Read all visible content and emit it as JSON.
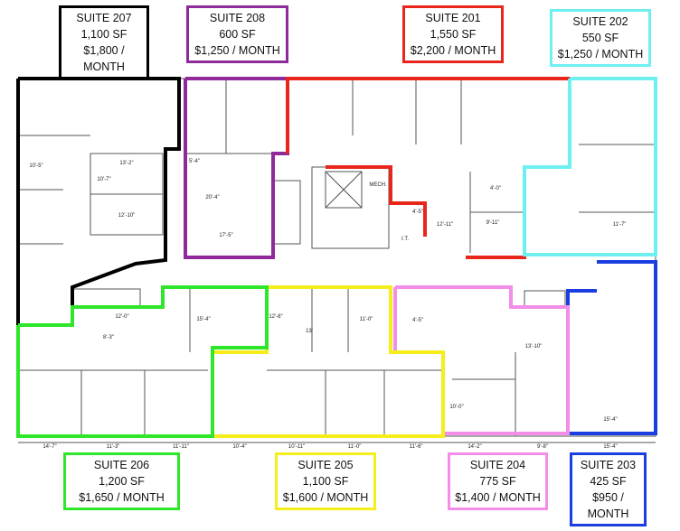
{
  "suites": [
    {
      "id": "207",
      "name": "SUITE 207",
      "size": "1,100 SF",
      "rent": "$1,800 / MONTH",
      "color": "#000000"
    },
    {
      "id": "208",
      "name": "SUITE 208",
      "size": "600 SF",
      "rent": "$1,250 / MONTH",
      "color": "#8e2a9a"
    },
    {
      "id": "201",
      "name": "SUITE 201",
      "size": "1,550 SF",
      "rent": "$2,200 / MONTH",
      "color": "#e8261c"
    },
    {
      "id": "202",
      "name": "SUITE 202",
      "size": "550 SF",
      "rent": "$1,250 / MONTH",
      "color": "#6ff0f0"
    },
    {
      "id": "206",
      "name": "SUITE 206",
      "size": "1,200 SF",
      "rent": "$1,650 / MONTH",
      "color": "#2ee62a"
    },
    {
      "id": "205",
      "name": "SUITE 205",
      "size": "1,100 SF",
      "rent": "$1,600 / MONTH",
      "color": "#f5ee1c"
    },
    {
      "id": "204",
      "name": "SUITE 204",
      "size": "775 SF",
      "rent": "$1,400 / MONTH",
      "color": "#f28ee8"
    },
    {
      "id": "203",
      "name": "SUITE 203",
      "size": "425 SF",
      "rent": "$950 / MONTH",
      "color": "#1a3ee0"
    }
  ],
  "bottom_dimensions": [
    "14'-7\"",
    "11'-3\"",
    "11'-11\"",
    "10'-4\"",
    "10'-11\"",
    "11'-0\"",
    "11'-6\"",
    "14'-2\"",
    "9'-8\"",
    "15'-4\""
  ],
  "room_labels": [
    "10'-5\"",
    "13'-2\"",
    "10'-7\"",
    "12'-10\"",
    "5'-4\"",
    "20'-4\"",
    "17'-5\"",
    "MECH.",
    "4'-0\"",
    "4'-5\"",
    "12'-11\"",
    "I.T.",
    "9'-11\"",
    "11'-7\"",
    "12'-0\"",
    "8'-3\"",
    "15'-4\"",
    "12'-8\"",
    "13'",
    "11'-0\"",
    "4'-5\"",
    "13'-10\"",
    "10'-0\"",
    "15'-4\""
  ]
}
